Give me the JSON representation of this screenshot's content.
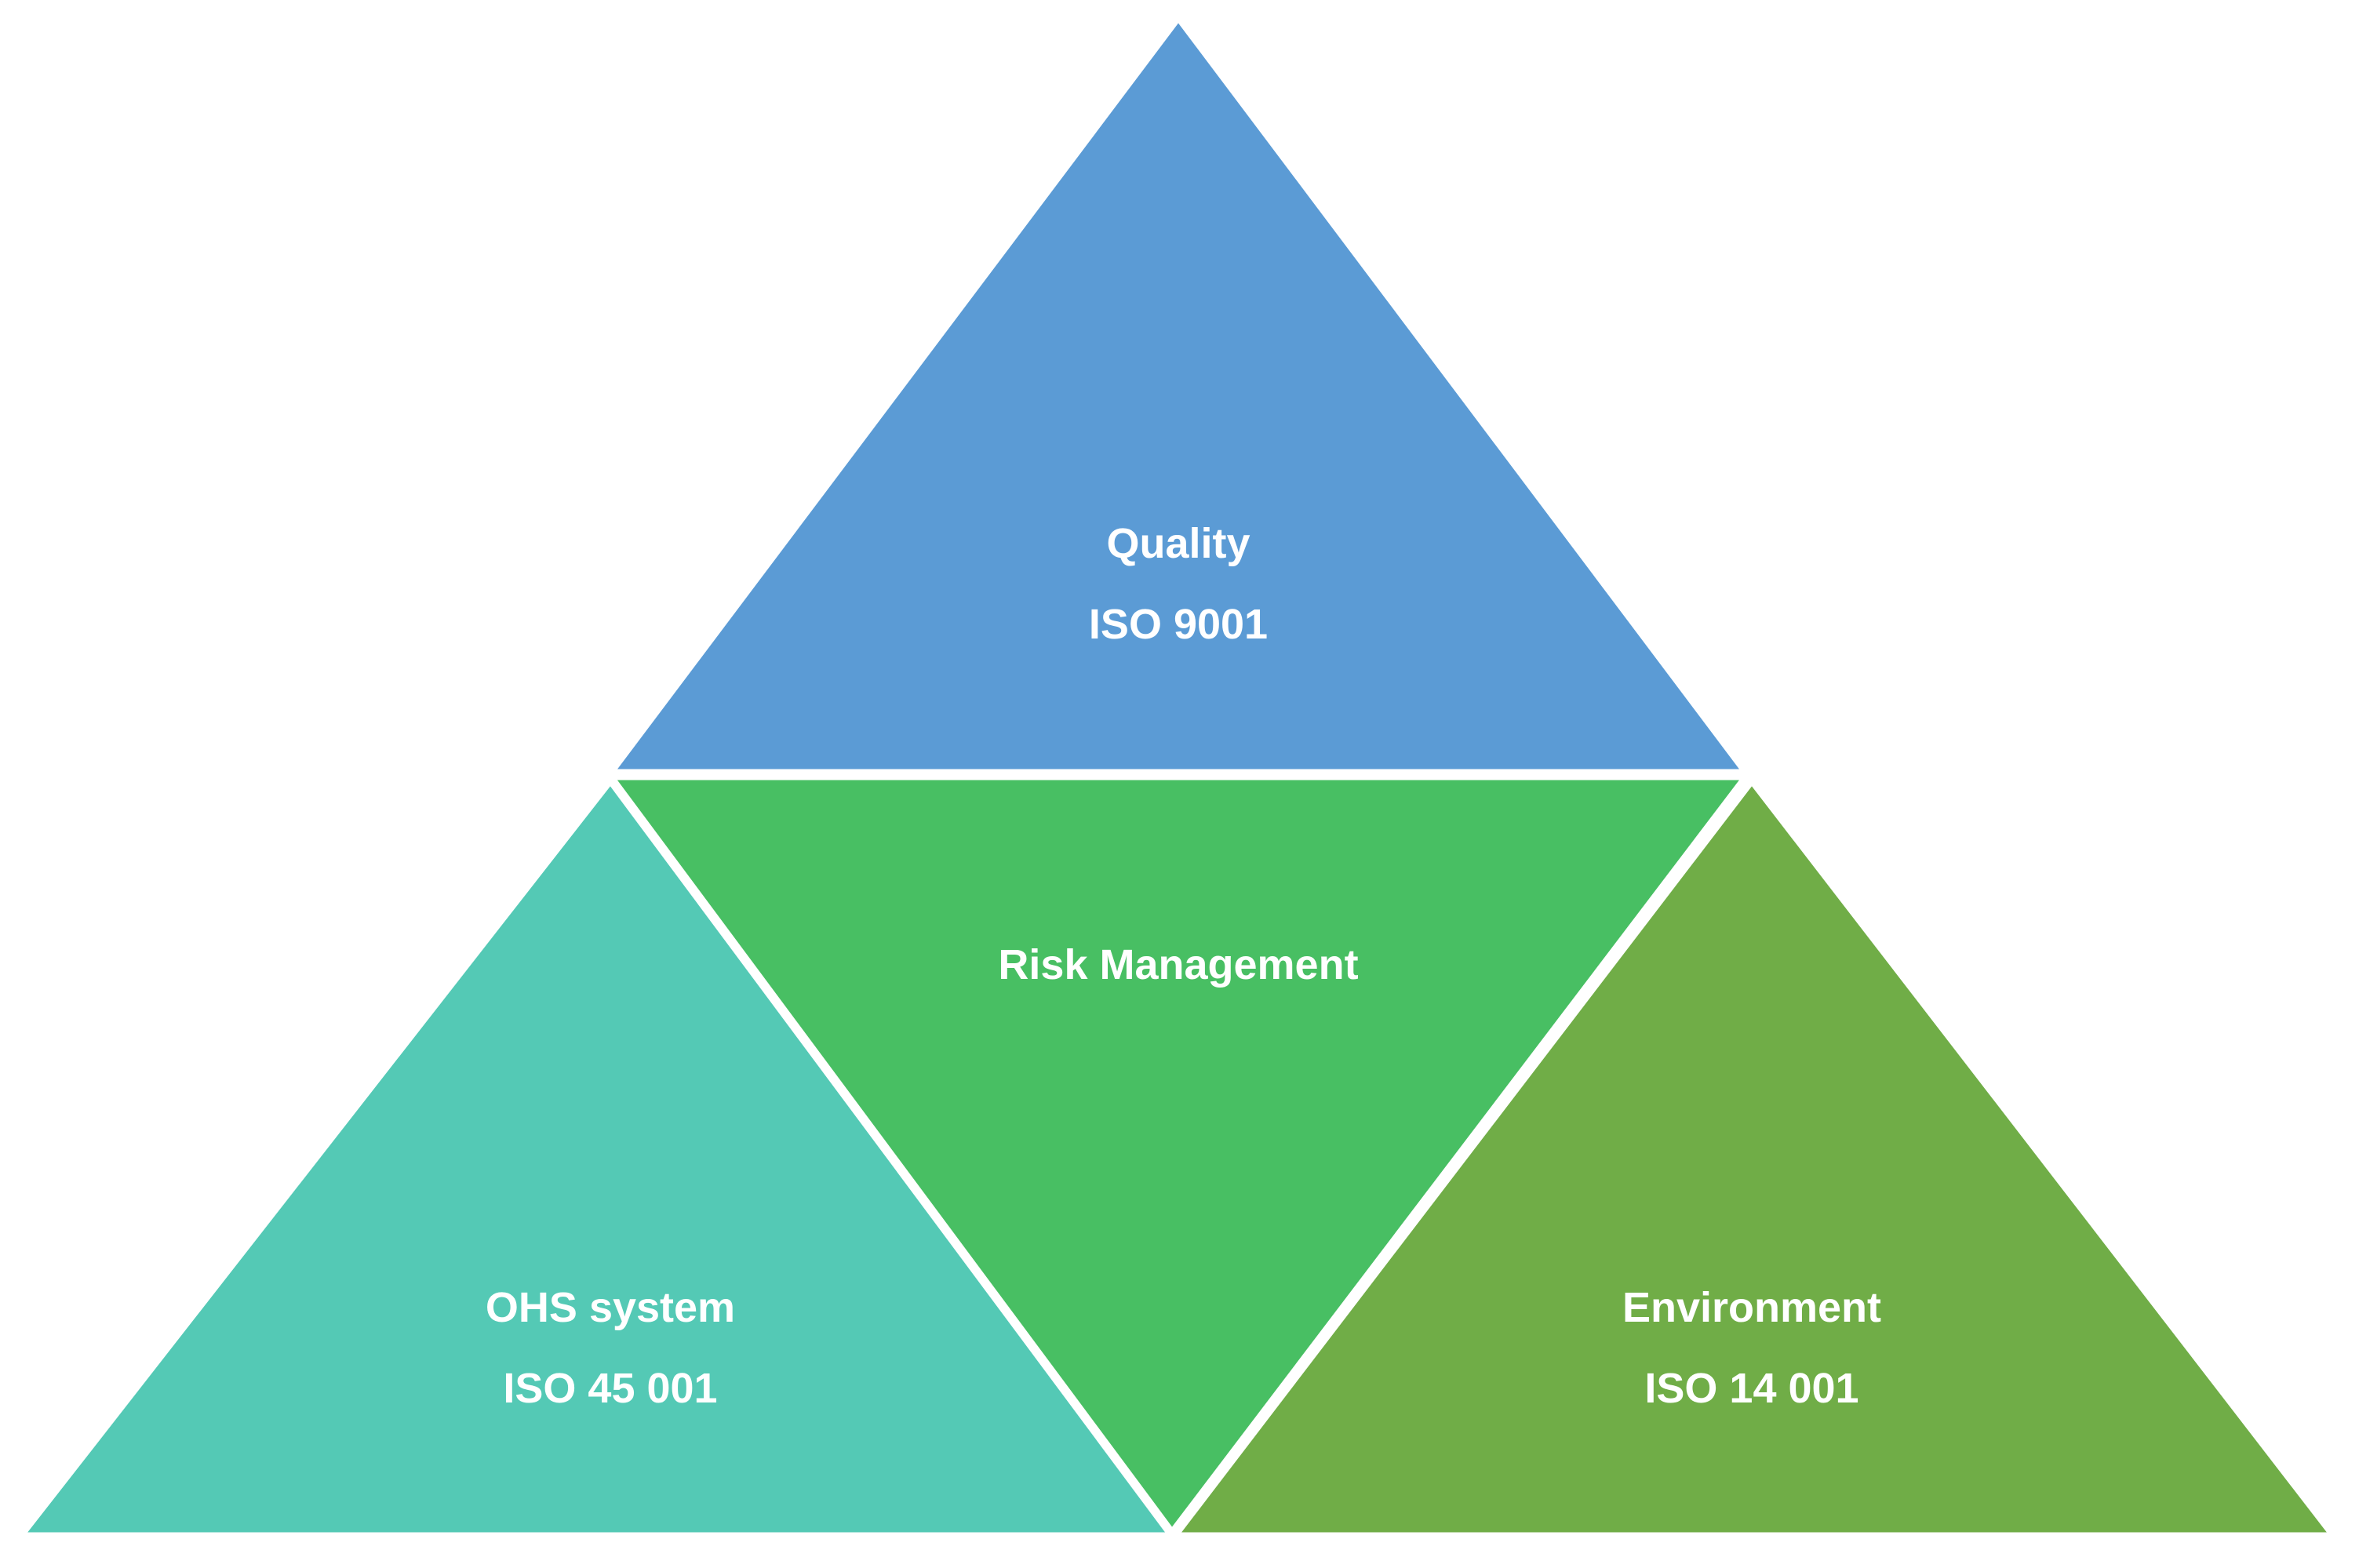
{
  "diagram": {
    "type": "triangle-composition",
    "segments": {
      "top": {
        "title": "Quality",
        "subtitle": "ISO 9001",
        "color": "#5B9BD5"
      },
      "center": {
        "title": "Risk Management",
        "color": "#48BF63"
      },
      "left": {
        "title": "OHS system",
        "subtitle": "ISO 45 001",
        "color": "#54C9B5"
      },
      "right": {
        "title": "Environment",
        "subtitle": "ISO 14 001",
        "color": "#70AD47"
      }
    }
  }
}
